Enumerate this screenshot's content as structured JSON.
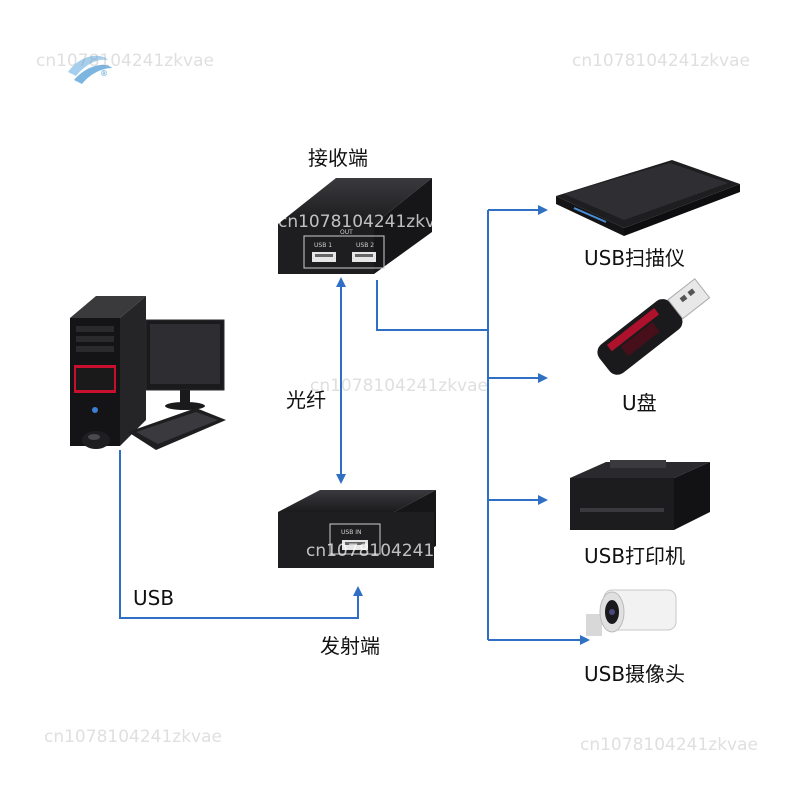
{
  "colors": {
    "line": "#2f6fc4",
    "device": "#1c1c1e",
    "accent": "#c8102e"
  },
  "labels": {
    "receiver": "接收端",
    "fiber": "光纤",
    "transmitter": "发射端",
    "usb_link": "USB",
    "scanner": "USB扫描仪",
    "udisk": "U盘",
    "printer": "USB打印机",
    "camera": "USB摄像头"
  },
  "device_text": {
    "receiver_out": "OUT",
    "receiver_port1": "USB 1",
    "receiver_port2": "USB 2",
    "transmitter_port": "USB IN"
  },
  "watermark": "cn1078104241zkvae",
  "icons": [
    "computer-icon",
    "receiver-device-icon",
    "transmitter-device-icon",
    "scanner-icon",
    "usb-drive-icon",
    "printer-icon",
    "camera-icon",
    "logo-icon"
  ]
}
